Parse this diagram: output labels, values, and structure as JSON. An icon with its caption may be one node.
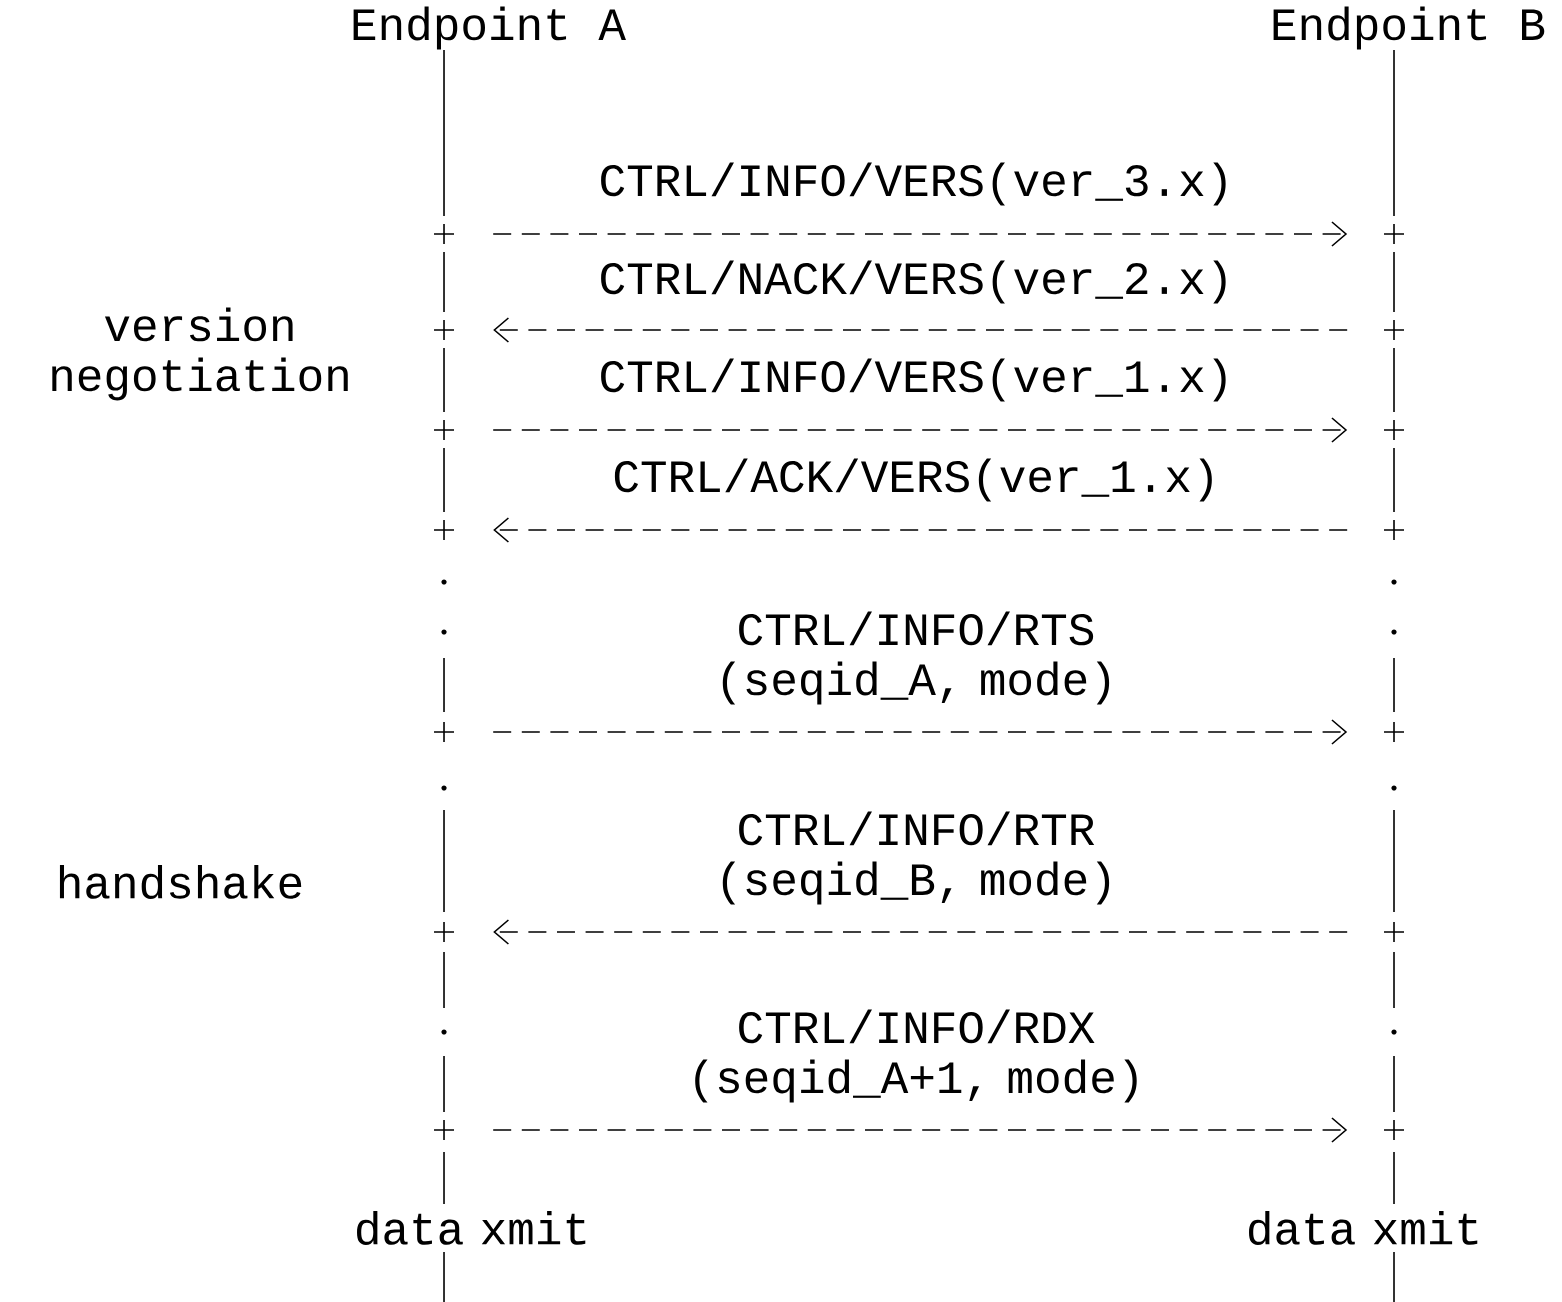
{
  "diagram": {
    "nodes": [
      {
        "text": [
          "Endpoint A"
        ]
      },
      {
        "text": [
          "Endpoint B"
        ]
      }
    ],
    "edges": [
      {
        "from": 0,
        "to": 1,
        "arrow": "to",
        "label": "CTRL/INFO/VERS(ver_3.x)"
      },
      {
        "from": 1,
        "to": 0,
        "arrow": "to",
        "label": "CTRL/NACK/VERS(ver_2.x)"
      },
      {
        "from": 0,
        "to": 1,
        "arrow": "to",
        "label": "CTRL/INFO/VERS(ver_1.x)"
      },
      {
        "from": 1,
        "to": 0,
        "arrow": "to",
        "label": "CTRL/ACK/VERS(ver_1.x)"
      },
      {
        "from": 0,
        "to": 1,
        "arrow": "to",
        "label": "CTRL/INFO/RTS (seqid_A, mode)"
      },
      {
        "from": 1,
        "to": 0,
        "arrow": "to",
        "label": "CTRL/INFO/RTR (seqid_B, mode)"
      },
      {
        "from": 0,
        "to": 1,
        "arrow": "to",
        "label": "CTRL/INFO/RDX (seqid_A+1, mode)"
      }
    ],
    "labels": [
      "version negotiation",
      "handshake",
      "data xmit",
      "data xmit"
    ]
  }
}
